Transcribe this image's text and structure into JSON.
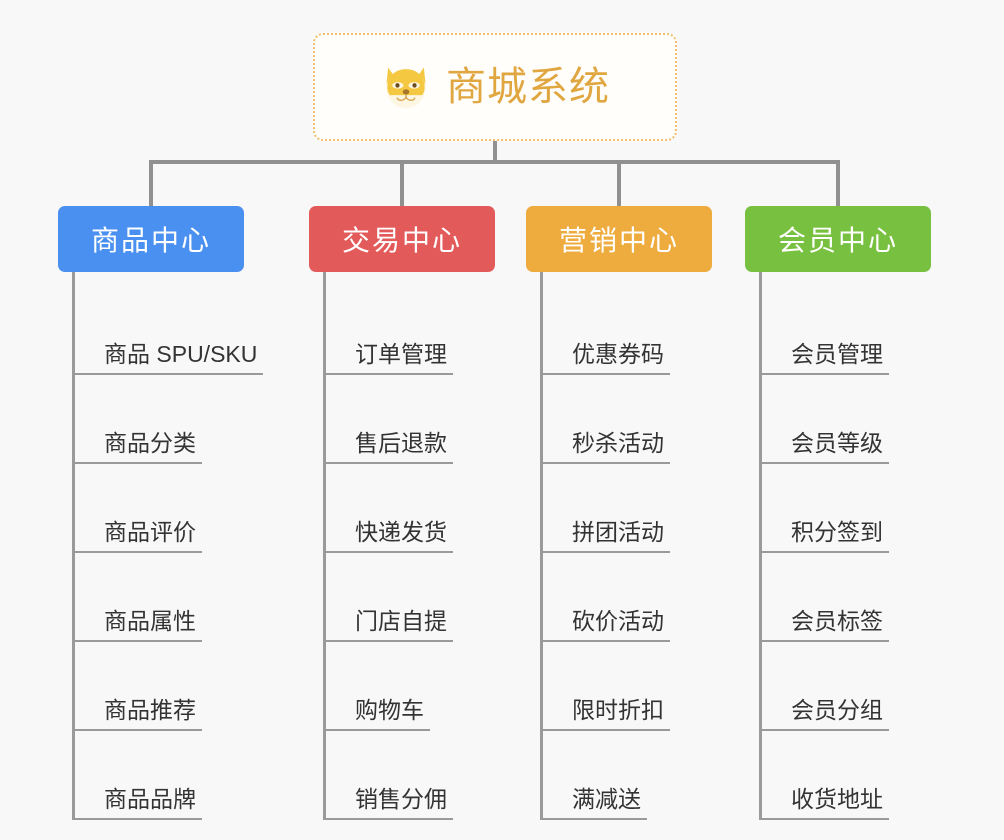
{
  "page": {
    "background_color": "#f8f8f8",
    "title": "商城系统"
  },
  "root": {
    "icon": "dog-face-emoji",
    "label": "商城系统",
    "text_color": "#e0a640",
    "border_color": "#efbf6a"
  },
  "connector": {
    "color": "#909090"
  },
  "branches": [
    {
      "label": "商品中心",
      "color": "#4a90f0",
      "items": [
        "商品 SPU/SKU",
        "商品分类",
        "商品评价",
        "商品属性",
        "商品推荐",
        "商品品牌"
      ]
    },
    {
      "label": "交易中心",
      "color": "#e35a5a",
      "items": [
        "订单管理",
        "售后退款",
        "快递发货",
        "门店自提",
        "购物车",
        "销售分佣"
      ]
    },
    {
      "label": "营销中心",
      "color": "#eeab3e",
      "items": [
        "优惠券码",
        "秒杀活动",
        "拼团活动",
        "砍价活动",
        "限时折扣",
        "满减送"
      ]
    },
    {
      "label": "会员中心",
      "color": "#78c040",
      "items": [
        "会员管理",
        "会员等级",
        "积分签到",
        "会员标签",
        "会员分组",
        "收货地址"
      ]
    }
  ]
}
